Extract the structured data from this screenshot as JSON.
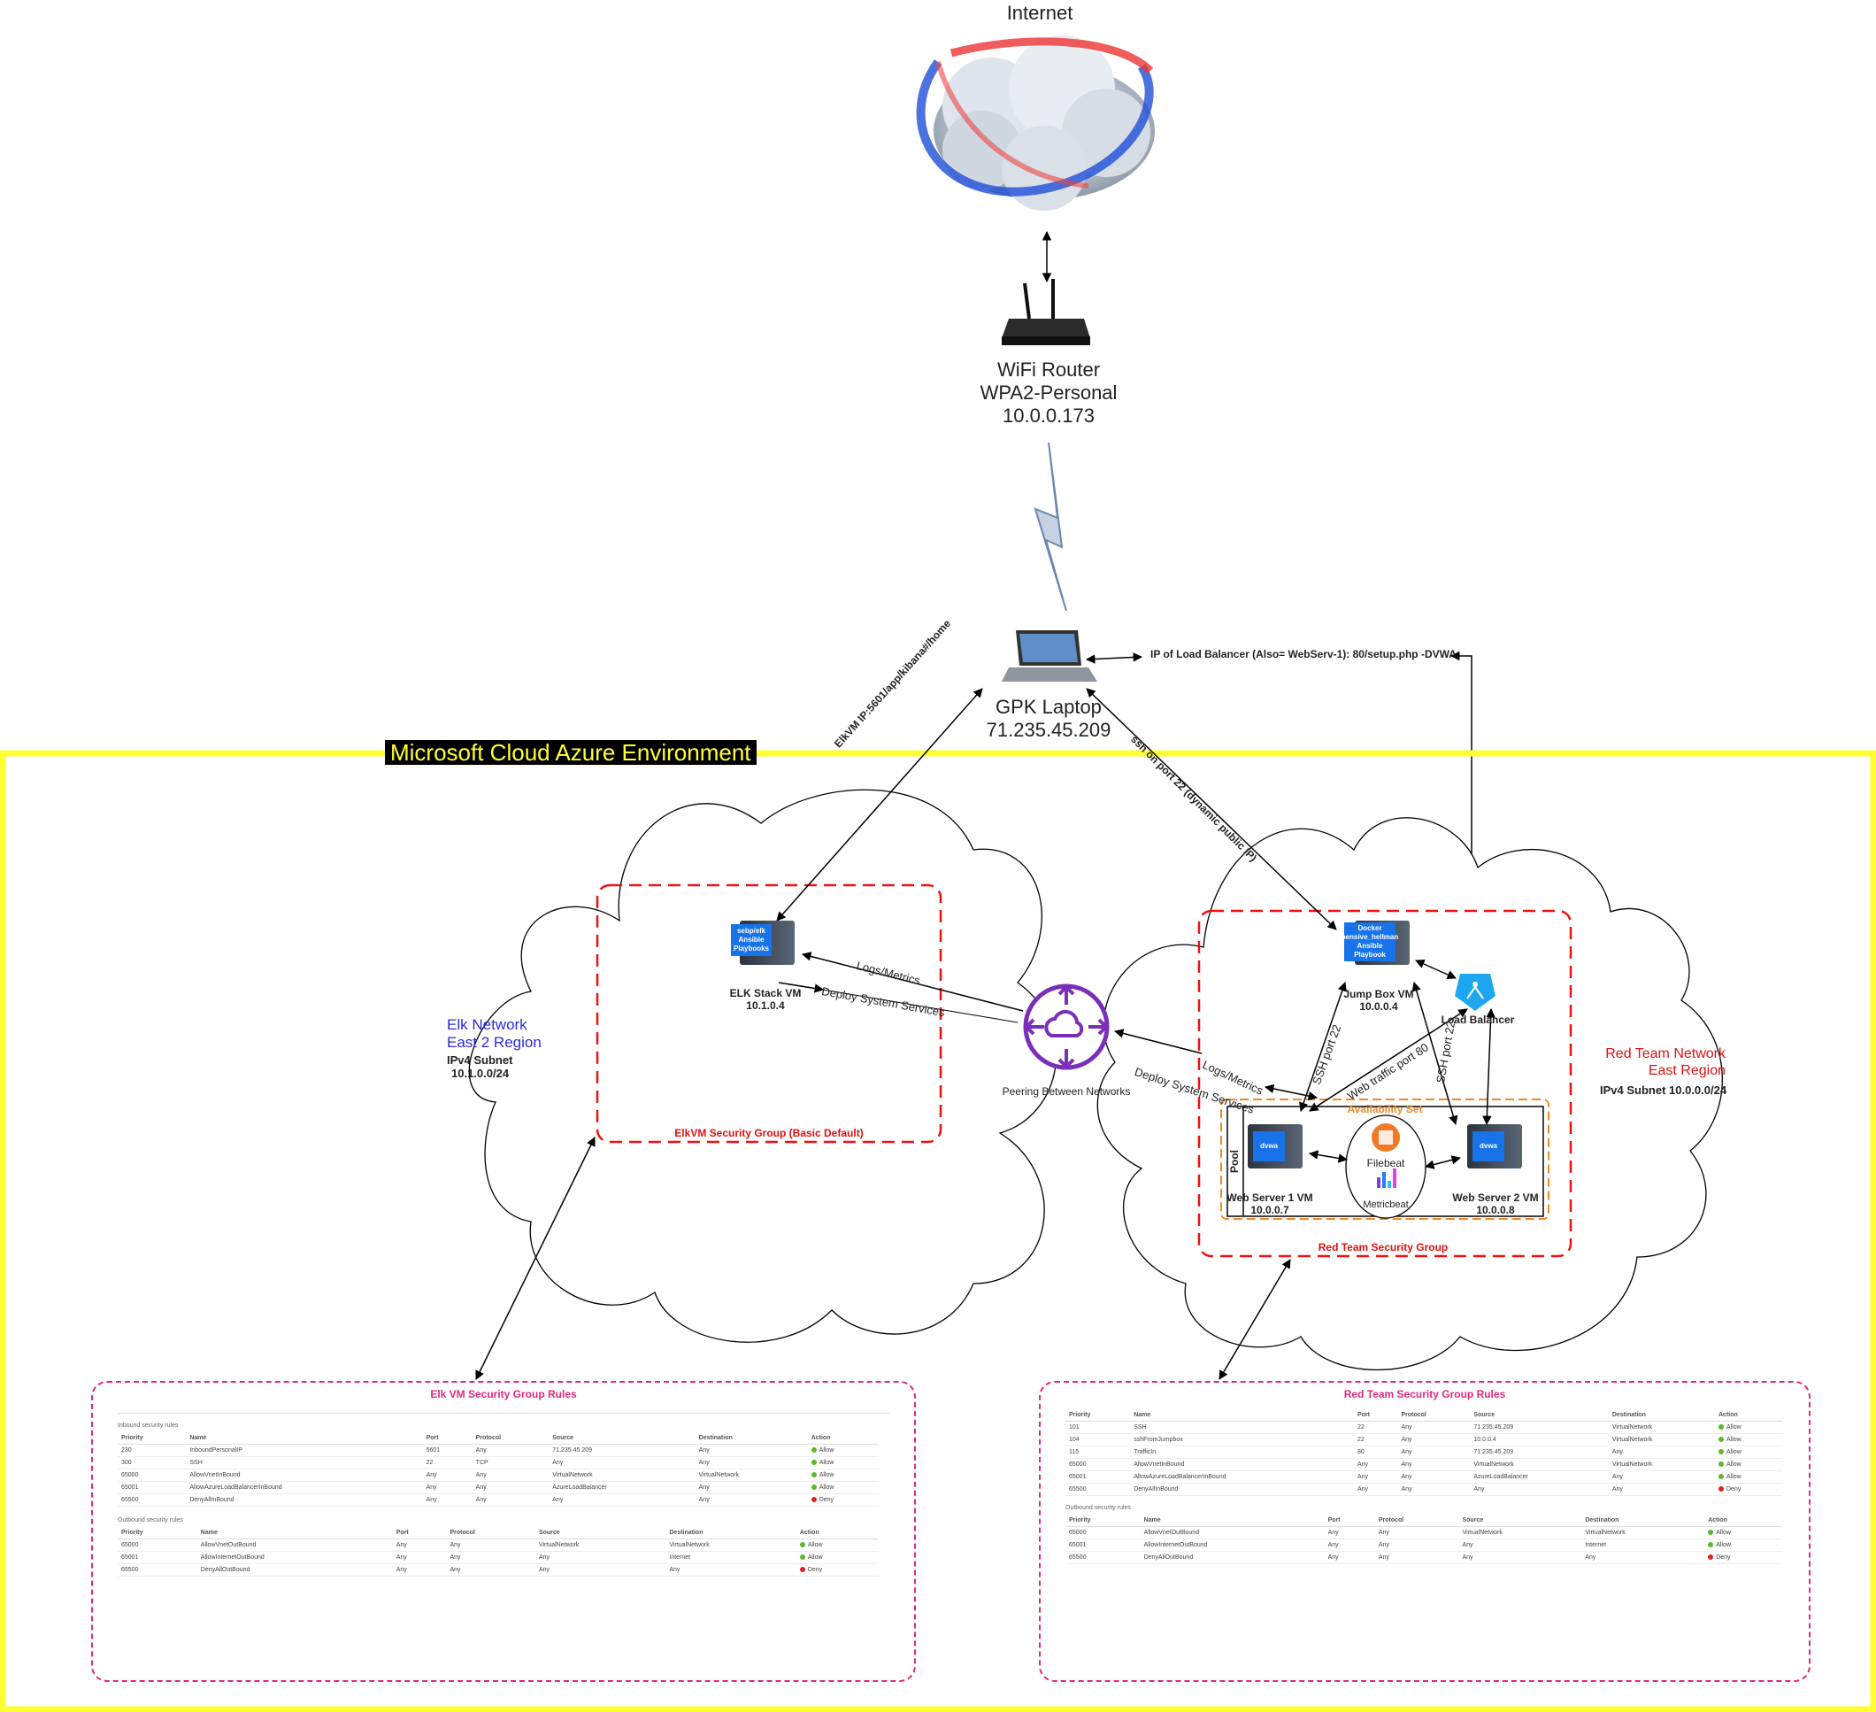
{
  "internet": {
    "label": "Internet"
  },
  "router": {
    "line1": "WiFi Router",
    "line2": "WPA2-Personal",
    "line3": "10.0.0.173"
  },
  "laptop": {
    "line1": "GPK Laptop",
    "line2": "71.235.45.209"
  },
  "azure": {
    "title": "Microsoft Cloud Azure Environment",
    "border_color": "#ffff33"
  },
  "links": {
    "lb_web": "IP of Load Balancer (Also= WebServ-1): 80/setup.php -DVWA",
    "kibana": "ElkVM IP:5601/app/kibana#/home",
    "ssh": "ssh on port 22 (dynamic public IP)",
    "logs_elk": "Logs/Metrics",
    "deploy_elk": "Deploy System Services",
    "logs_red": "Logs/Metrics",
    "deploy_red": "Deploy System Services",
    "ssh22_a": "SSH port 22",
    "ssh22_b": "SSH port 22",
    "web80": "Web traffic port 80"
  },
  "elk_network": {
    "name1": "Elk Network",
    "name2": "East 2 Region",
    "subnet1": "IPv4 Subnet",
    "subnet2": "10.1.0.0/24",
    "vm_screen1": "sebp/elk",
    "vm_screen2": "Ansible",
    "vm_screen3": "Playbooks",
    "vm_name": "ELK Stack VM",
    "vm_ip": "10.1.0.4",
    "sg_label": "ElkVM Security Group (Basic Default)"
  },
  "peering": {
    "label": "Peering Between Networks",
    "color": "#7a2fb8"
  },
  "red_network": {
    "name1": "Red Team Network",
    "name2": "East Region",
    "subnet": "IPv4 Subnet 10.0.0.0/24",
    "jump_screen1": "Docker",
    "jump_screen2": "pensive_hellman",
    "jump_screen3": "Ansible",
    "jump_screen4": "Playbook",
    "jump_name": "Jump Box VM",
    "jump_ip": "10.0.0.4",
    "lb_label": "Load Balancer",
    "availability": "Availability Set",
    "pool": "Pool",
    "web1_screen": "dvwa",
    "web1_name": "Web Server 1 VM",
    "web1_ip": "10.0.0.7",
    "web2_screen": "dvwa",
    "web2_name": "Web Server 2 VM",
    "web2_ip": "10.0.0.8",
    "filebeat": "Filebeat",
    "metricbeat": "Metricbeat",
    "sg_label": "Red Team Security Group"
  },
  "elk_rules": {
    "title": "Elk VM Security Group Rules",
    "inbound_label": "Inbound security rules",
    "outbound_label": "Outbound security rules",
    "headers": [
      "Priority",
      "Name",
      "Port",
      "Protocol",
      "Source",
      "Destination",
      "Action"
    ],
    "inbound": [
      [
        "230",
        "InboundPersonalIP",
        "5601",
        "Any",
        "71.235.45.209",
        "Any",
        "Allow"
      ],
      [
        "300",
        "SSH",
        "22",
        "TCP",
        "Any",
        "Any",
        "Allow"
      ],
      [
        "65000",
        "AllowVnetInBound",
        "Any",
        "Any",
        "VirtualNetwork",
        "VirtualNetwork",
        "Allow"
      ],
      [
        "65001",
        "AllowAzureLoadBalancerInBound",
        "Any",
        "Any",
        "AzureLoadBalancer",
        "Any",
        "Allow"
      ],
      [
        "65500",
        "DenyAllInBound",
        "Any",
        "Any",
        "Any",
        "Any",
        "Deny"
      ]
    ],
    "outbound": [
      [
        "65000",
        "AllowVnetOutBound",
        "Any",
        "Any",
        "VirtualNetwork",
        "VirtualNetwork",
        "Allow"
      ],
      [
        "65001",
        "AllowInternetOutBound",
        "Any",
        "Any",
        "Any",
        "Internet",
        "Allow"
      ],
      [
        "65500",
        "DenyAllOutBound",
        "Any",
        "Any",
        "Any",
        "Any",
        "Deny"
      ]
    ]
  },
  "red_rules": {
    "title": "Red Team Security Group Rules",
    "outbound_label": "Outbound security rules",
    "headers": [
      "Priority",
      "Name",
      "Port",
      "Protocol",
      "Source",
      "Destination",
      "Action"
    ],
    "inbound": [
      [
        "101",
        "SSH",
        "22",
        "Any",
        "71.235.45.209",
        "VirtualNetwork",
        "Allow"
      ],
      [
        "104",
        "sshFromJumpbox",
        "22",
        "Any",
        "10.0.0.4",
        "VirtualNetwork",
        "Allow"
      ],
      [
        "115",
        "TrafficIn",
        "80",
        "Any",
        "71.235.45.209",
        "Any",
        "Allow"
      ],
      [
        "65000",
        "AllowVnetInBound",
        "Any",
        "Any",
        "VirtualNetwork",
        "VirtualNetwork",
        "Allow"
      ],
      [
        "65001",
        "AllowAzureLoadBalancerInBound",
        "Any",
        "Any",
        "AzureLoadBalancer",
        "Any",
        "Allow"
      ],
      [
        "65500",
        "DenyAllInBound",
        "Any",
        "Any",
        "Any",
        "Any",
        "Deny"
      ]
    ],
    "outbound": [
      [
        "65000",
        "AllowVnetOutBound",
        "Any",
        "Any",
        "VirtualNetwork",
        "VirtualNetwork",
        "Allow"
      ],
      [
        "65001",
        "AllowInternetOutBound",
        "Any",
        "Any",
        "Any",
        "Internet",
        "Allow"
      ],
      [
        "65500",
        "DenyAllOutBound",
        "Any",
        "Any",
        "Any",
        "Any",
        "Deny"
      ]
    ]
  }
}
